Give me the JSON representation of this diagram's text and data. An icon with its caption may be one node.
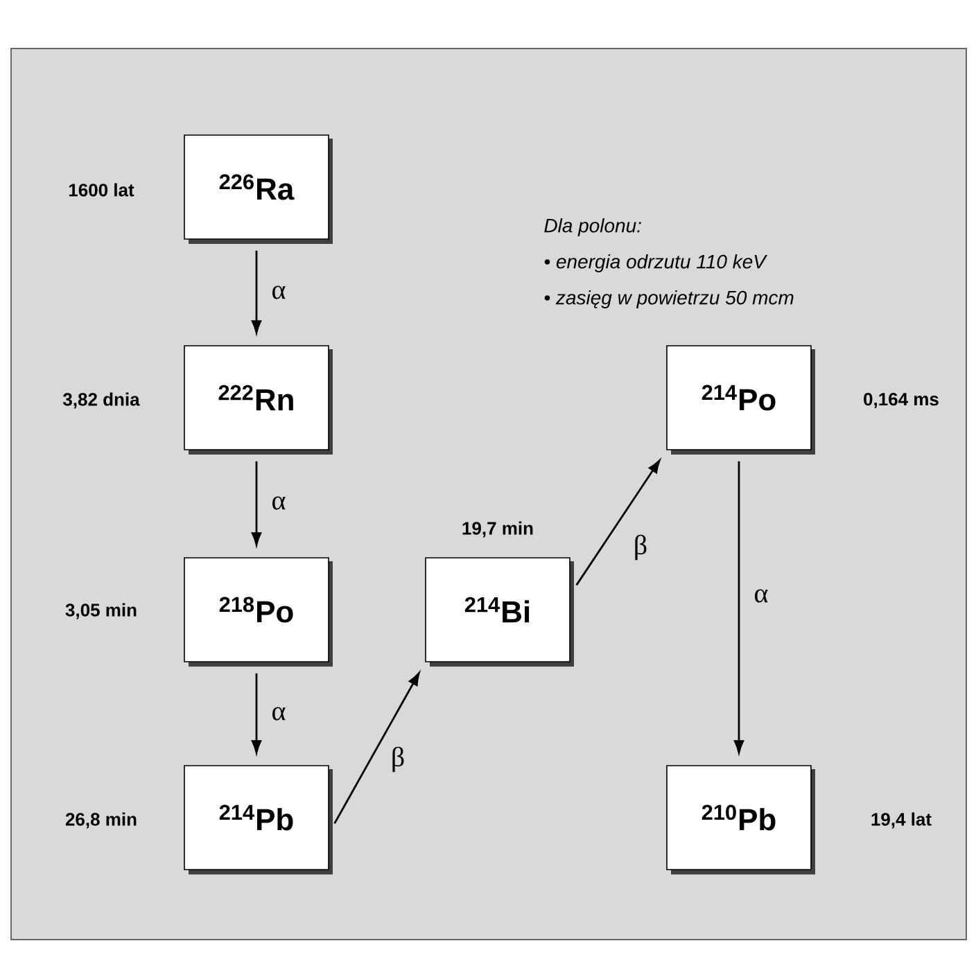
{
  "diagram": {
    "nodes": [
      {
        "text": [
          "$^{226}$Ra"
        ],
        "beside": [
          "1600 lat"
        ]
      },
      {
        "text": [
          "$^{222}$Rn"
        ],
        "beside": [
          "3,82 dnia"
        ]
      },
      {
        "text": [
          "$^{218}$Po"
        ],
        "beside": [
          "3,05 min"
        ]
      },
      {
        "text": [
          "$^{214}$Pb"
        ],
        "beside": [
          "26,8 min"
        ]
      },
      {
        "text": [
          "$^{214}$Bi"
        ],
        "beside": [
          "19,7 min"
        ]
      },
      {
        "text": [
          "$^{214}$Po"
        ],
        "beside": [
          "0,164 ms"
        ]
      },
      {
        "text": [
          "$^{210}$Pb"
        ],
        "beside": [
          "19,4 lat"
        ]
      }
    ],
    "edges": [
      {
        "from": 0,
        "to": 1,
        "arrow": "to",
        "label": "α"
      },
      {
        "from": 1,
        "to": 2,
        "arrow": "to",
        "label": "α"
      },
      {
        "from": 2,
        "to": 3,
        "arrow": "to",
        "label": "α"
      },
      {
        "from": 3,
        "to": 4,
        "arrow": "to",
        "label": "β"
      },
      {
        "from": 4,
        "to": 5,
        "arrow": "to",
        "label": "β"
      },
      {
        "from": 5,
        "to": 6,
        "arrow": "to",
        "label": "α"
      }
    ],
    "labels": [
      "Dla polonu:",
      "• energia odrzutu 110 keV",
      "• zasięg w powietrzu 50 mcm"
    ]
  }
}
